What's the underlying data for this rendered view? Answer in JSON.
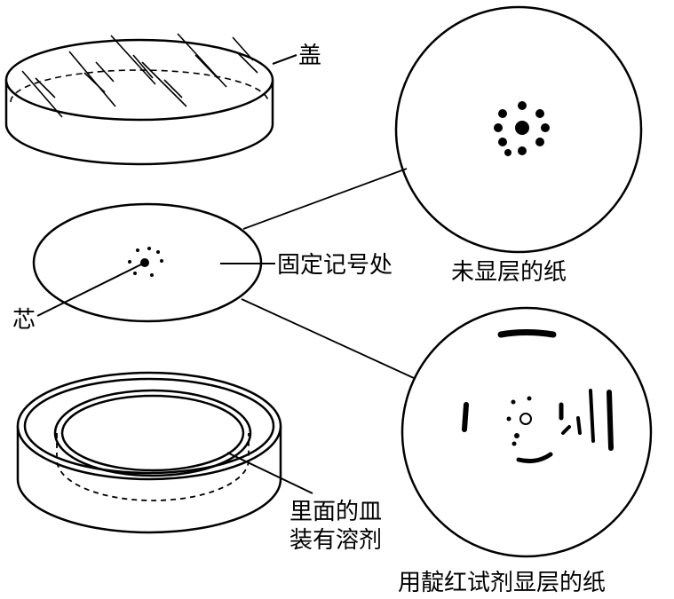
{
  "labels": {
    "lid": "盖",
    "mark_spot": "固定记号处",
    "wick": "芯",
    "undeveloped_paper": "未显层的纸",
    "inner_dish_line1": "里面的皿",
    "inner_dish_line2": "装有溶剂",
    "developed_paper": "用靛红试剂显层的纸"
  },
  "colors": {
    "ink": "#000000",
    "paper": "#ffffff"
  }
}
